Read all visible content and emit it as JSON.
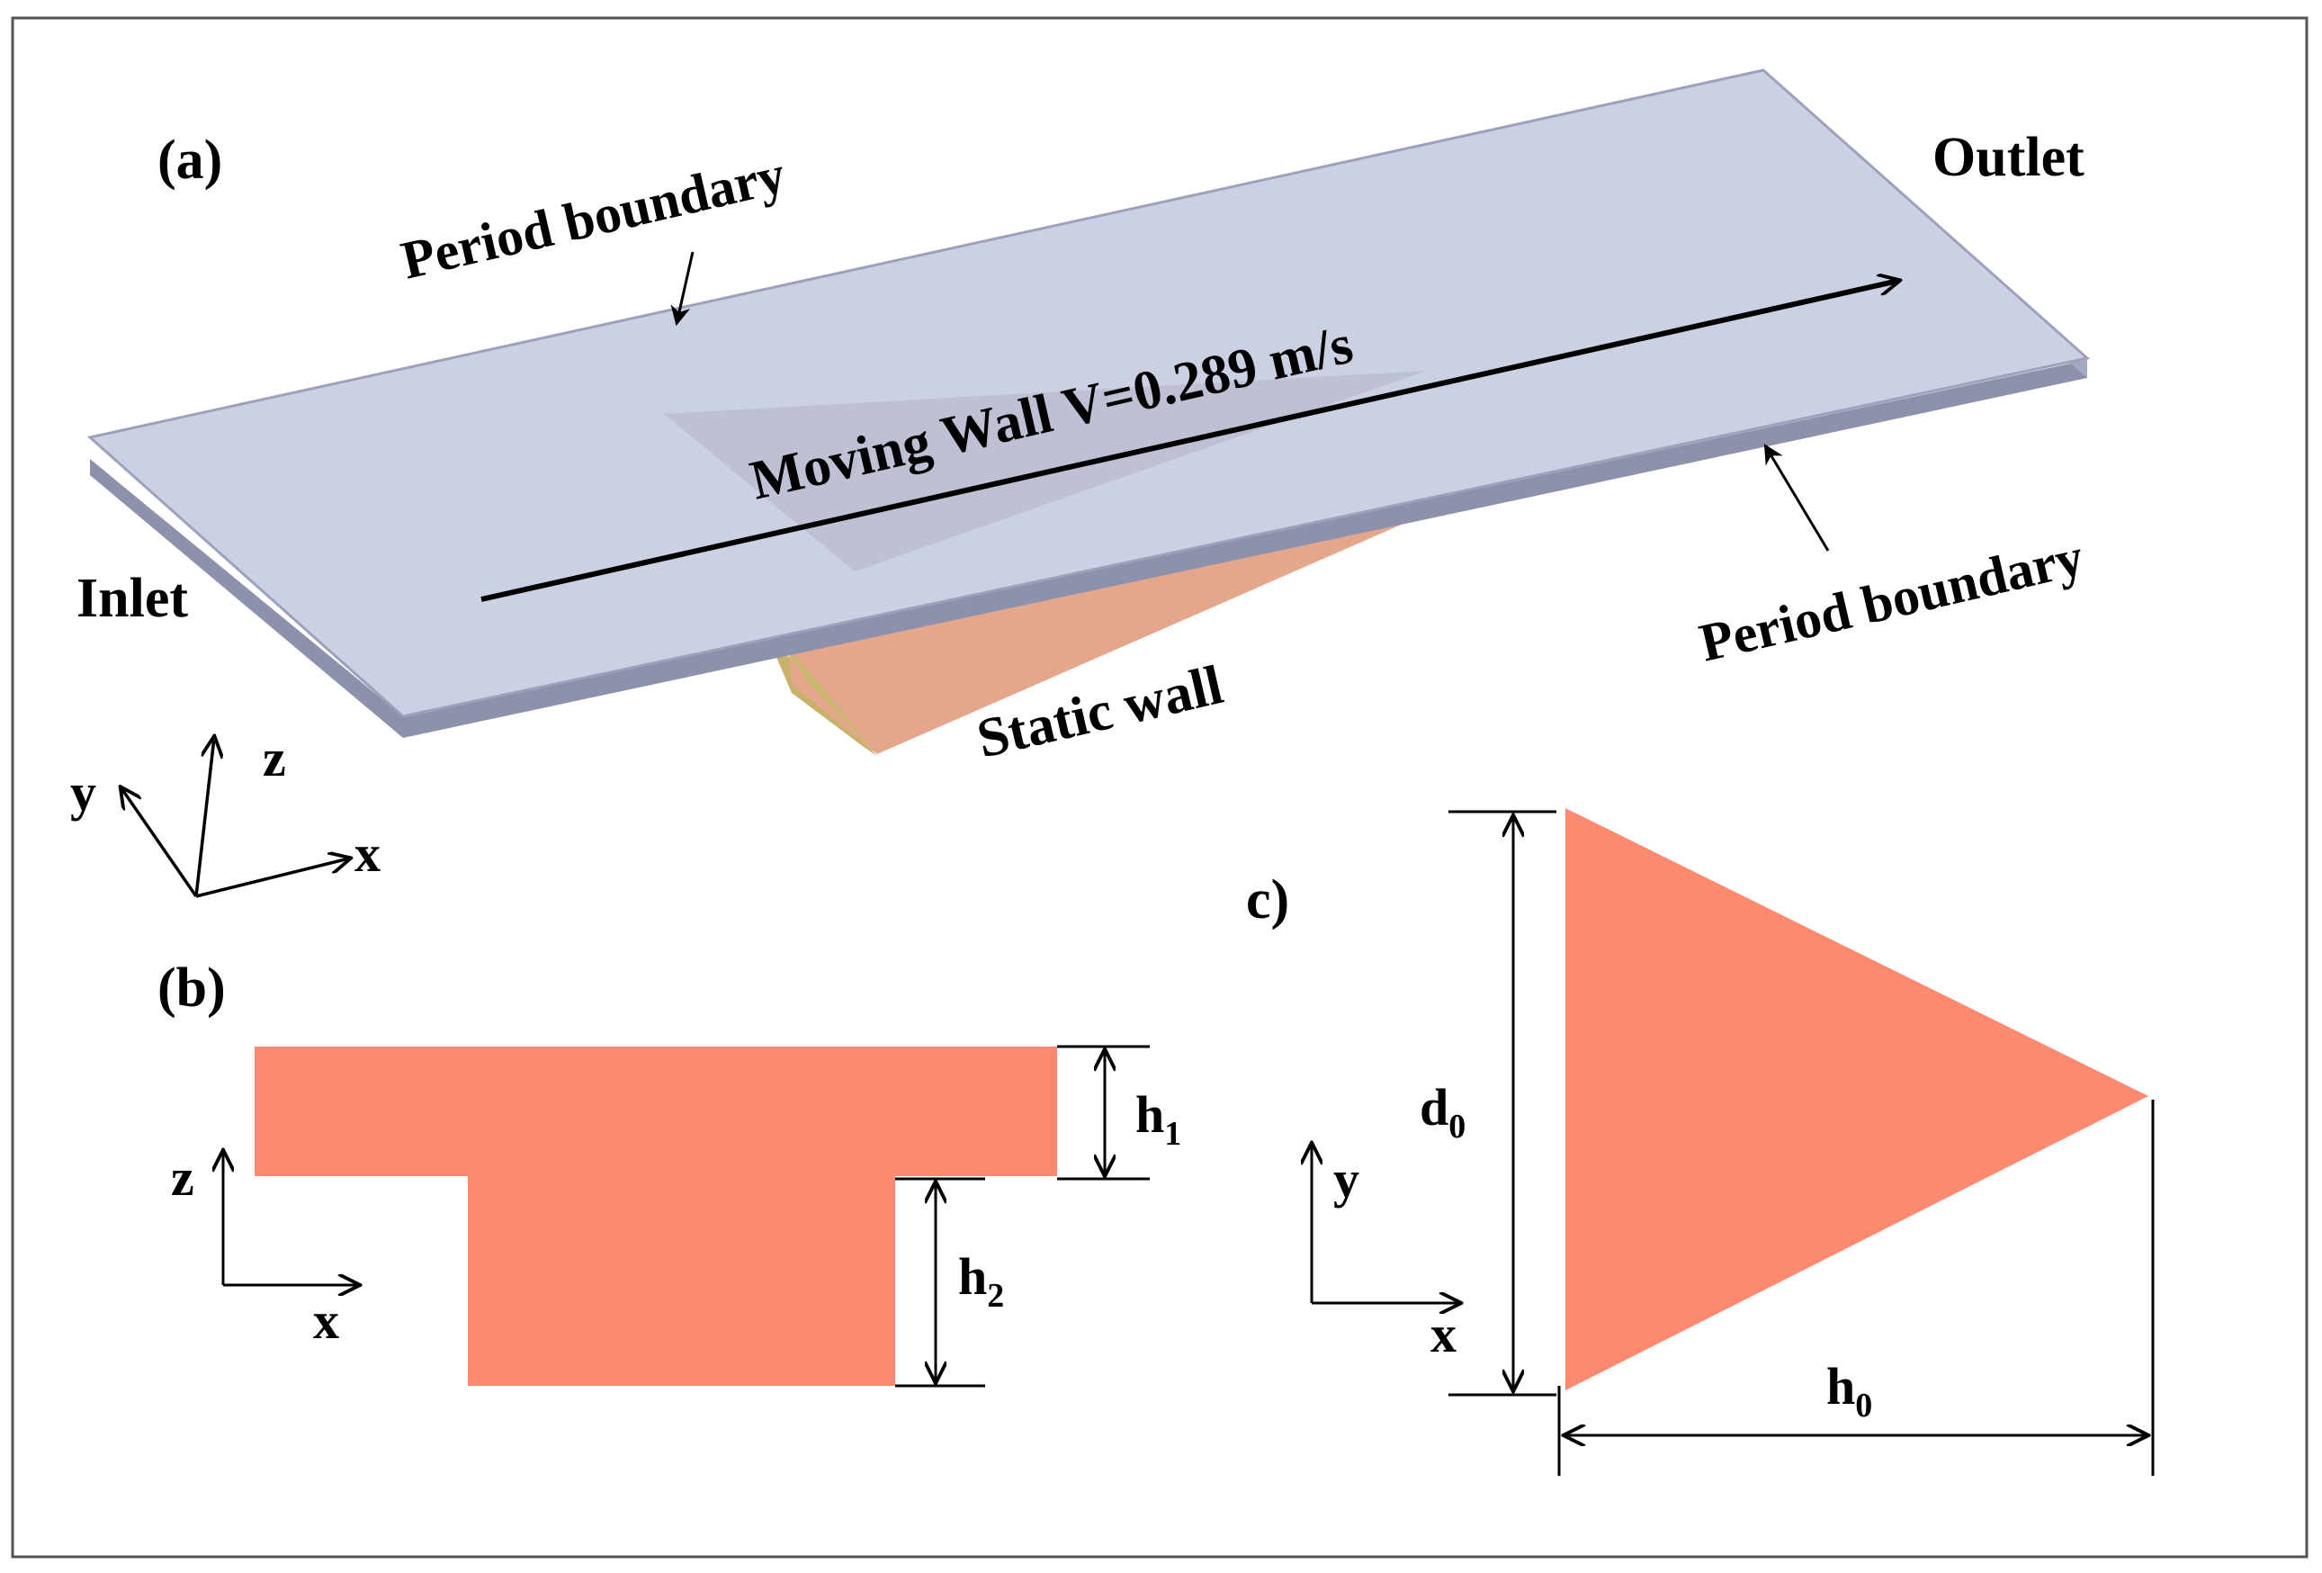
{
  "panel_a": {
    "label": "(a)",
    "period_boundary_top": "Period boundary",
    "period_boundary_bottom": "Period boundary",
    "outlet": "Outlet",
    "inlet": "Inlet",
    "moving_wall": "Moving Wall V=0.289 m/s",
    "static_wall": "Static wall",
    "axes": {
      "x": "x",
      "y": "y",
      "z": "z"
    }
  },
  "panel_b": {
    "label": "(b)",
    "h1": "h",
    "h1_sub": "1",
    "h2": "h",
    "h2_sub": "2",
    "axes": {
      "x": "x",
      "z": "z"
    }
  },
  "panel_c": {
    "label": "c)",
    "d0": "d",
    "d0_sub": "0",
    "h0": "h",
    "h0_sub": "0",
    "axes": {
      "x": "x",
      "y": "y"
    }
  },
  "colors": {
    "plate": "#ccd0e3",
    "plate_edge": "#8d91ab",
    "salmon": "#fd8a70",
    "static_wedge": "#e5a78c",
    "static_side": "#c9b16b"
  }
}
